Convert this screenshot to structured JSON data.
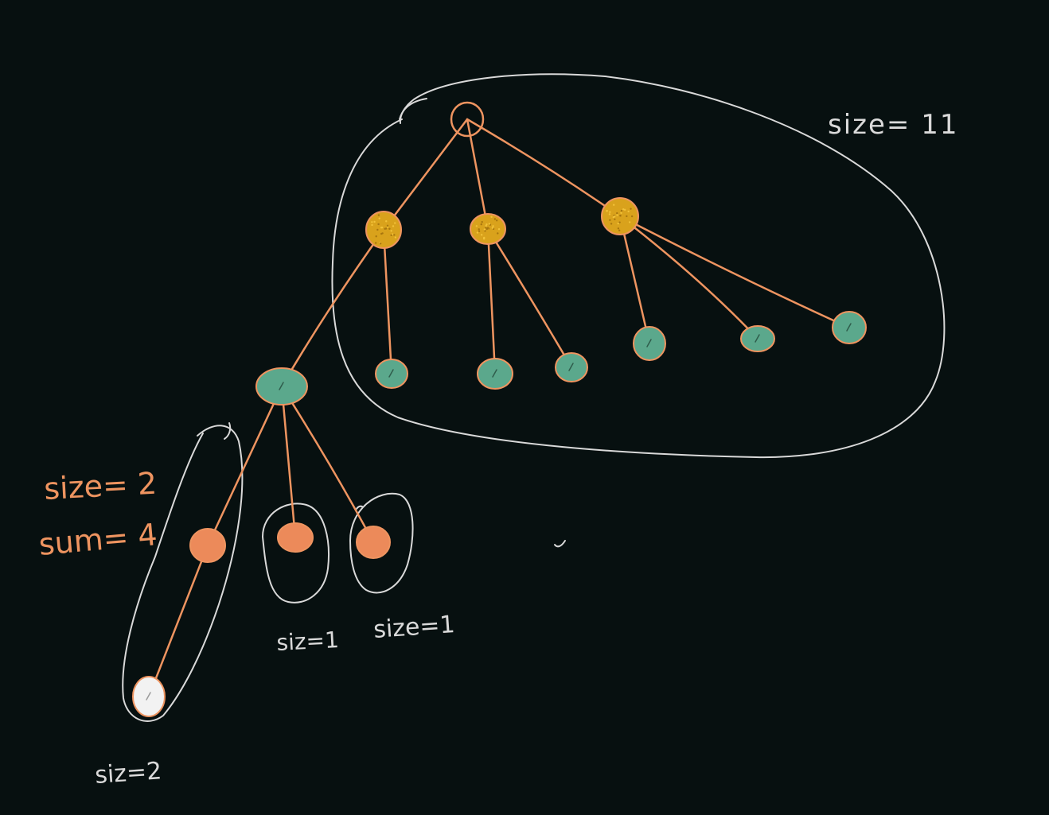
{
  "annotations": {
    "main_group_size": "size= 11",
    "chain_group_size": "size= 2",
    "chain_group_sum": "sum= 4",
    "single_group_a_size": "siz=1",
    "single_group_b_size": "size=1",
    "bottom_group_size": "siz=2"
  },
  "colors": {
    "background": "#071010",
    "edge": "#ee9460",
    "outline": "#d9d9d9",
    "label_white": "#dadada",
    "label_orange": "#ee9460",
    "node_root_stroke": "#ee9460",
    "node_yellow": "#d9a21c",
    "node_green": "#5ba88c",
    "node_orange": "#ec8a5a",
    "node_white": "#f2f2f2"
  },
  "nodes": [
    {
      "id": "root",
      "kind": "hollow-orange"
    },
    {
      "id": "y1",
      "kind": "yellow"
    },
    {
      "id": "y2",
      "kind": "yellow"
    },
    {
      "id": "y3",
      "kind": "yellow"
    },
    {
      "id": "g-left",
      "kind": "green"
    },
    {
      "id": "g-a",
      "kind": "green"
    },
    {
      "id": "g-b",
      "kind": "green"
    },
    {
      "id": "g-c",
      "kind": "green"
    },
    {
      "id": "g-d",
      "kind": "green"
    },
    {
      "id": "g-e",
      "kind": "green"
    },
    {
      "id": "g-f",
      "kind": "green"
    },
    {
      "id": "o1",
      "kind": "orange"
    },
    {
      "id": "o2",
      "kind": "orange"
    },
    {
      "id": "o3",
      "kind": "orange"
    },
    {
      "id": "w1",
      "kind": "white"
    }
  ],
  "edges": [
    [
      "root",
      "y1"
    ],
    [
      "root",
      "y2"
    ],
    [
      "root",
      "y3"
    ],
    [
      "y1",
      "g-left"
    ],
    [
      "y1",
      "g-a"
    ],
    [
      "y2",
      "g-b"
    ],
    [
      "y2",
      "g-c"
    ],
    [
      "y3",
      "g-d"
    ],
    [
      "y3",
      "g-e"
    ],
    [
      "y3",
      "g-f"
    ],
    [
      "g-left",
      "o1"
    ],
    [
      "g-left",
      "o2"
    ],
    [
      "g-left",
      "o3"
    ],
    [
      "o1",
      "w1"
    ]
  ]
}
